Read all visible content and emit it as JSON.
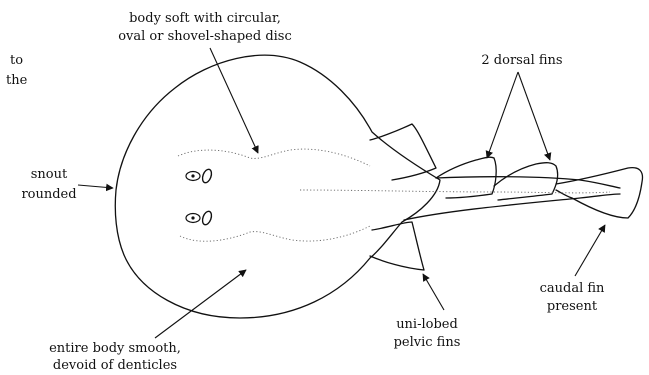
{
  "labels": {
    "clip_top_line": "to",
    "clip_bottom_line": "the",
    "body_line1": "body soft with circular,",
    "body_line2": "oval or shovel-shaped disc",
    "dorsal": "2 dorsal fins",
    "snout_line1": "snout",
    "snout_line2": "rounded",
    "smooth_line1": "entire body smooth,",
    "smooth_line2": "devoid of denticles",
    "pelvic_line1": "uni-lobed",
    "pelvic_line2": "pelvic fins",
    "caudal_line1": "caudal fin",
    "caudal_line2": "present"
  }
}
